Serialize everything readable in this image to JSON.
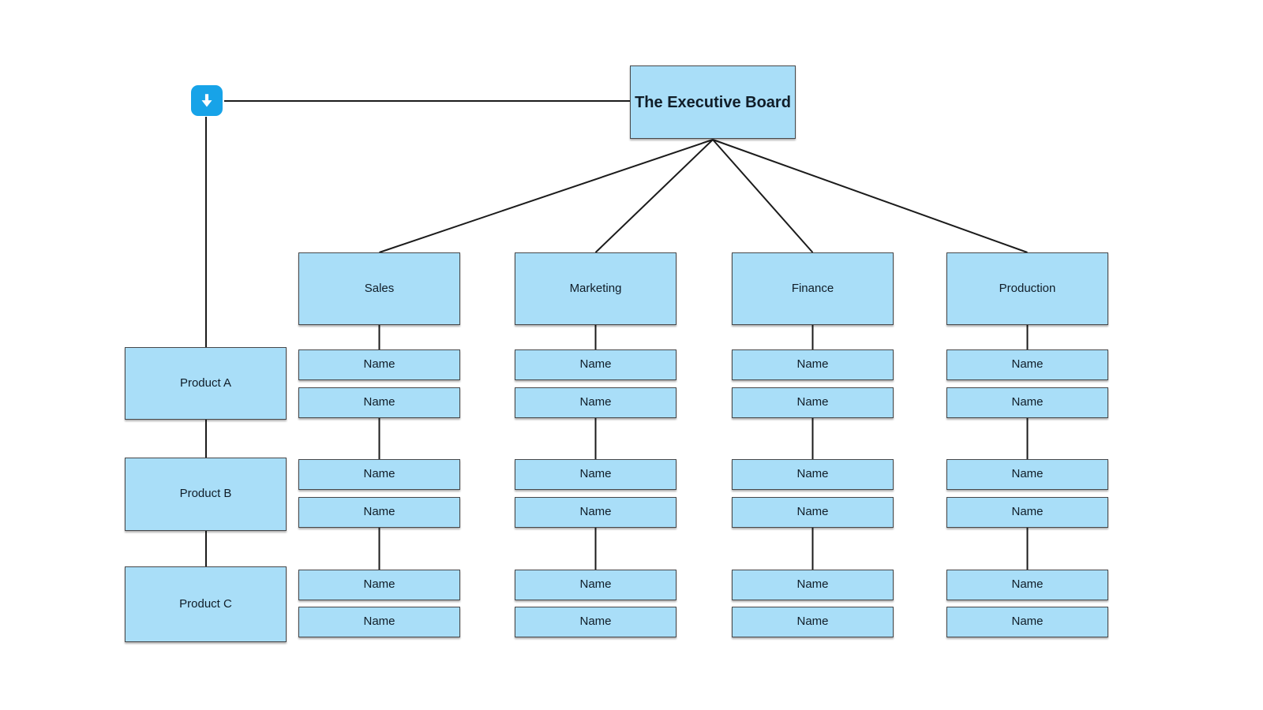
{
  "colors": {
    "canvas_bg": "#ffffff",
    "box_fill": "#a9def8",
    "box_border": "#47484a",
    "line": "#1b1b1b",
    "icon_bg": "#17a3e8",
    "icon_glyph": "#ffffff",
    "text": "#101d28"
  },
  "root": {
    "label": "The Executive Board"
  },
  "shortcut": {
    "icon": "down-arrow-icon"
  },
  "products": {
    "items": [
      {
        "label": "Product A"
      },
      {
        "label": "Product B"
      },
      {
        "label": "Product C"
      }
    ]
  },
  "departments": [
    {
      "label": "Sales",
      "members": [
        "Name",
        "Name",
        "Name",
        "Name",
        "Name",
        "Name"
      ]
    },
    {
      "label": "Marketing",
      "members": [
        "Name",
        "Name",
        "Name",
        "Name",
        "Name",
        "Name"
      ]
    },
    {
      "label": "Finance",
      "members": [
        "Name",
        "Name",
        "Name",
        "Name",
        "Name",
        "Name"
      ]
    },
    {
      "label": "Production",
      "members": [
        "Name",
        "Name",
        "Name",
        "Name",
        "Name",
        "Name"
      ]
    }
  ]
}
